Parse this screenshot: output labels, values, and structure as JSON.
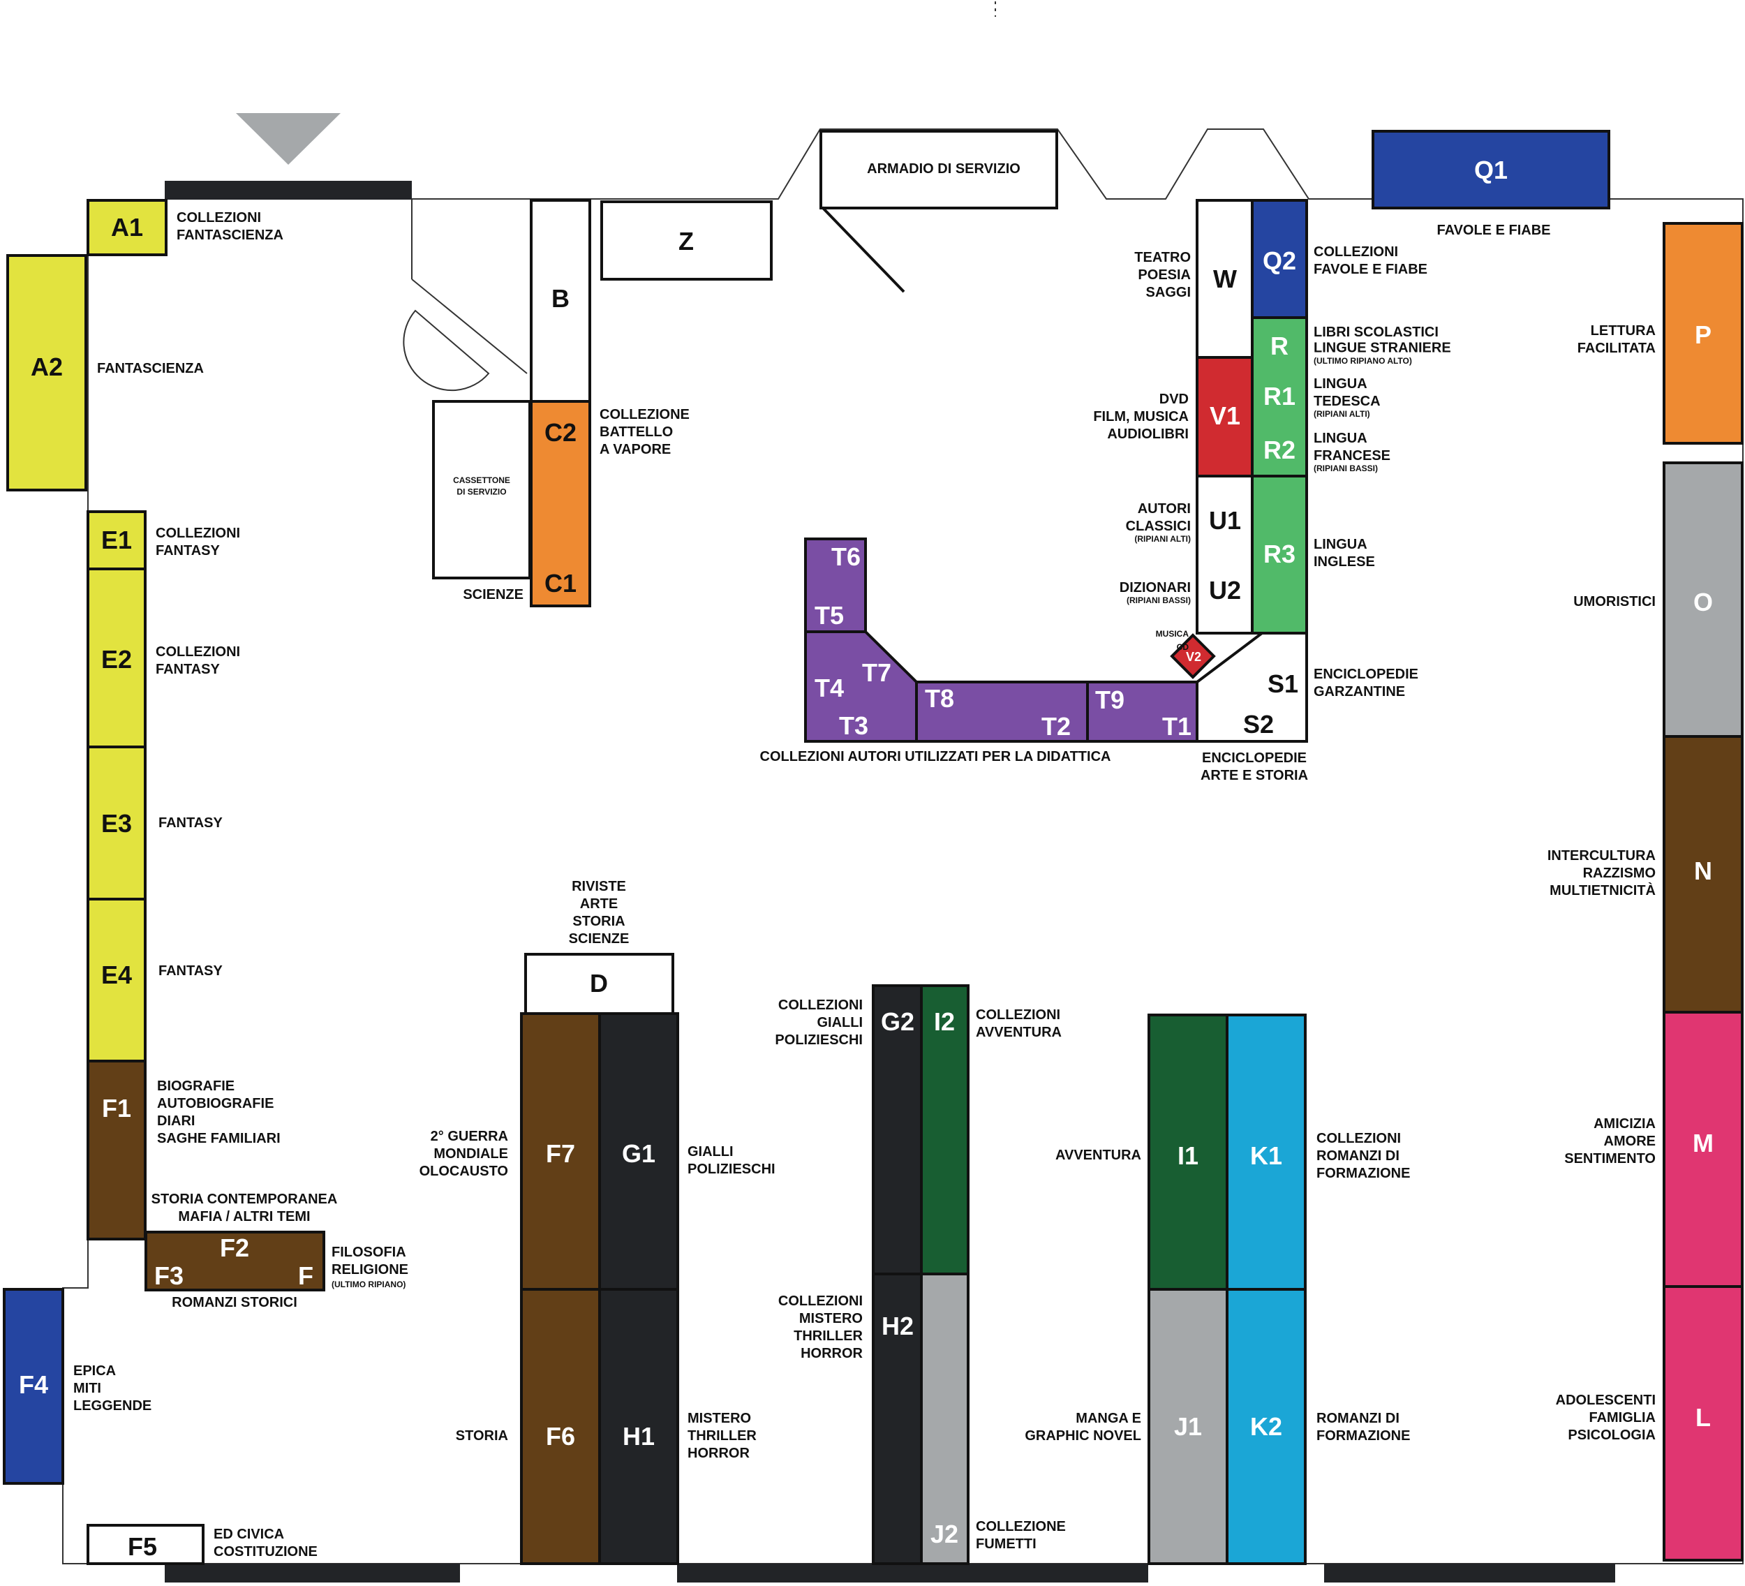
{
  "colors": {
    "yellow": "#e2e33f",
    "brown": "#623f17",
    "orange": "#ee8a32",
    "purple": "#7a4ea4",
    "green": "#51ba69",
    "dark_green": "#185e32",
    "blue": "#2545a1",
    "cyan": "#1ba6d6",
    "red": "#d02b30",
    "gray": "#a5a8aa",
    "black": "#222427",
    "pink": "#e03671",
    "white": "#ffffff"
  },
  "icons": {
    "entrance": "entrance-triangle-icon",
    "door": "door-swing-icon"
  },
  "shelves": {
    "A1": "A1",
    "A2": "A2",
    "B": "B",
    "C1": "C1",
    "C2": "C2",
    "D": "D",
    "E1": "E1",
    "E2": "E2",
    "E3": "E3",
    "E4": "E4",
    "F": "F",
    "F1": "F1",
    "F2": "F2",
    "F3": "F3",
    "F4": "F4",
    "F5": "F5",
    "F6": "F6",
    "F7": "F7",
    "G1": "G1",
    "G2": "G2",
    "H1": "H1",
    "H2": "H2",
    "I1": "I1",
    "I2": "I2",
    "J1": "J1",
    "J2": "J2",
    "K1": "K1",
    "K2": "K2",
    "L": "L",
    "M": "M",
    "N": "N",
    "O": "O",
    "P": "P",
    "Q1": "Q1",
    "Q2": "Q2",
    "R": "R",
    "R1": "R1",
    "R2": "R2",
    "R3": "R3",
    "S1": "S1",
    "S2": "S2",
    "T1": "T1",
    "T2": "T2",
    "T3": "T3",
    "T4": "T4",
    "T5": "T5",
    "T6": "T6",
    "T7": "T7",
    "T8": "T8",
    "T9": "T9",
    "U1": "U1",
    "U2": "U2",
    "V1": "V1",
    "V2": "V2",
    "W": "W",
    "Z": "Z"
  },
  "labels": {
    "a1": [
      "COLLEZIONI",
      "FANTASCIENZA"
    ],
    "a2": [
      "FANTASCIENZA"
    ],
    "e1": [
      "COLLEZIONI",
      "FANTASY"
    ],
    "e2": [
      "COLLEZIONI",
      "FANTASY"
    ],
    "e3": [
      "FANTASY"
    ],
    "e4": [
      "FANTASY"
    ],
    "f1": [
      "BIOGRAFIE",
      "AUTOBIOGRAFIE",
      "DIARI",
      "SAGHE FAMILIARI"
    ],
    "f2_top": [
      "STORIA CONTEMPORANEA",
      "MAFIA / ALTRI TEMI"
    ],
    "f_right": [
      "FILOSOFIA",
      "RELIGIONE"
    ],
    "f_note": "(ULTIMO RIPIANO)",
    "f3": [
      "ROMANZI STORICI"
    ],
    "f4": [
      "EPICA",
      "MITI",
      "LEGGENDE"
    ],
    "f5": [
      "ED CIVICA",
      "COSTITUZIONE"
    ],
    "c2": [
      "COLLEZIONE",
      "BATTELLO",
      "A VAPORE"
    ],
    "cassettone": [
      "CASSETTONE",
      "DI SERVIZIO"
    ],
    "scienze": [
      "SCIENZE"
    ],
    "armadio": "ARMADIO DI SERVIZIO",
    "q1": [
      "FAVOLE E FIABE"
    ],
    "q2": [
      "COLLEZIONI",
      "FAVOLE E FIABE"
    ],
    "w": [
      "TEATRO",
      "POESIA",
      "SAGGI"
    ],
    "r": [
      "LIBRI SCOLASTICI",
      "LINGUE STRANIERE"
    ],
    "r_note": "(ULTIMO RIPIANO ALTO)",
    "r1": [
      "LINGUA",
      "TEDESCA"
    ],
    "r1_note": "(RIPIANI ALTI)",
    "r2": [
      "LINGUA",
      "FRANCESE"
    ],
    "r2_note": "(RIPIANI BASSI)",
    "r3": [
      "LINGUA",
      "INGLESE"
    ],
    "v1": [
      "DVD",
      "FILM, MUSICA",
      "AUDIOLIBRI"
    ],
    "u1": [
      "AUTORI",
      "CLASSICI"
    ],
    "u1_note": "(RIPIANI ALTI)",
    "u2": [
      "DIZIONARI"
    ],
    "u2_note": "(RIPIANI BASSI)",
    "v2": [
      "MUSICA",
      "CD"
    ],
    "s1": [
      "ENCICLOPEDIE",
      "GARZANTINE"
    ],
    "s2": [
      "ENCICLOPEDIE",
      "ARTE E STORIA"
    ],
    "t": [
      "COLLEZIONI AUTORI UTILIZZATI PER LA DIDATTICA"
    ],
    "p": [
      "LETTURA",
      "FACILITATA"
    ],
    "o": [
      "UMORISTICI"
    ],
    "n": [
      "INTERCULTURA",
      "RAZZISMO",
      "MULTIETNICITÀ"
    ],
    "m": [
      "AMICIZIA",
      "AMORE",
      "SENTIMENTO"
    ],
    "l": [
      "ADOLESCENTI",
      "FAMIGLIA",
      "PSICOLOGIA"
    ],
    "d": [
      "RIVISTE",
      "ARTE",
      "STORIA",
      "SCIENZE"
    ],
    "f7": [
      "2° GUERRA",
      "MONDIALE",
      "OLOCAUSTO"
    ],
    "f6": [
      "STORIA"
    ],
    "g1": [
      "GIALLI",
      "POLIZIESCHI"
    ],
    "h1": [
      "MISTERO",
      "THRILLER",
      "HORROR"
    ],
    "g2": [
      "COLLEZIONI",
      "GIALLI",
      "POLIZIESCHI"
    ],
    "h2": [
      "COLLEZIONI",
      "MISTERO",
      "THRILLER",
      "HORROR"
    ],
    "i2": [
      "COLLEZIONI",
      "AVVENTURA"
    ],
    "j2": [
      "COLLEZIONE",
      "FUMETTI"
    ],
    "i1": [
      "AVVENTURA"
    ],
    "j1": [
      "MANGA E",
      "GRAPHIC NOVEL"
    ],
    "k1": [
      "COLLEZIONI",
      "ROMANZI DI",
      "FORMAZIONE"
    ],
    "k2": [
      "ROMANZI DI",
      "FORMAZIONE"
    ]
  }
}
